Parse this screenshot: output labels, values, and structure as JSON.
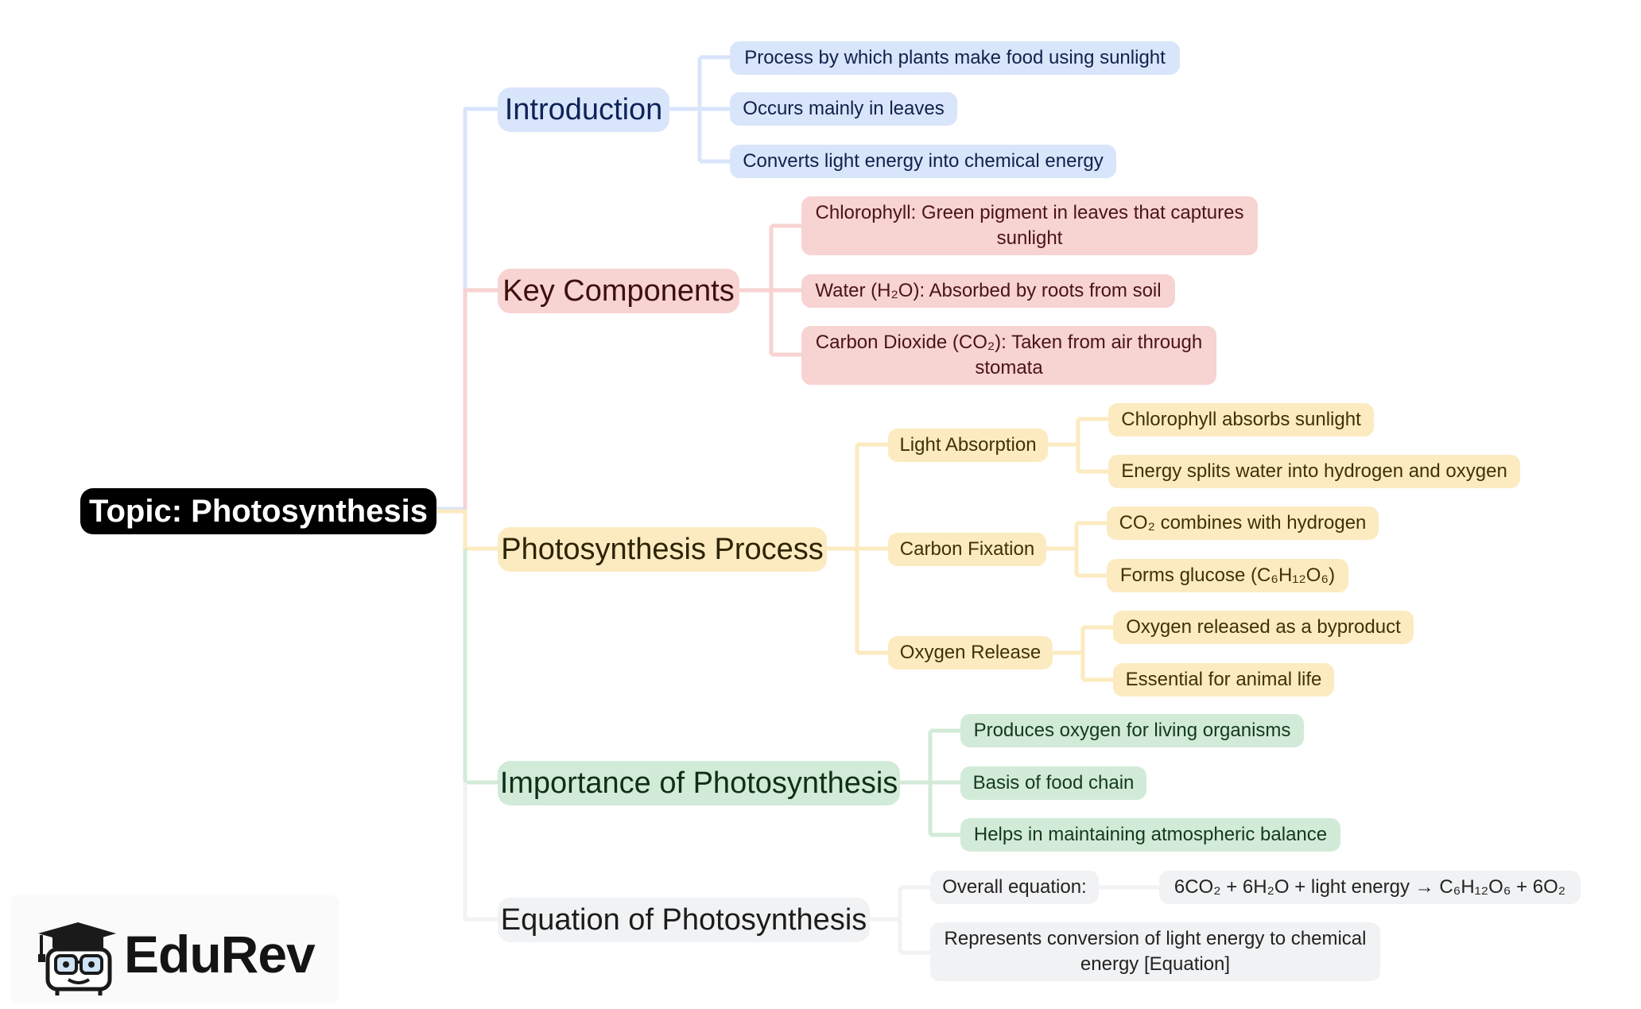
{
  "root": {
    "label": "Topic: Photosynthesis"
  },
  "colors": {
    "introduction": "#d8e5fb",
    "key_components": "#f7d3d1",
    "process": "#fcebc0",
    "importance": "#d1ebd8",
    "equation": "#f1f2f3",
    "root": "#000000"
  },
  "introduction": {
    "label": "Introduction",
    "items": [
      "Process by which plants make food using sunlight",
      "Occurs mainly in leaves",
      "Converts light energy into chemical energy"
    ]
  },
  "key_components": {
    "label": "Key Components",
    "items": [
      "Chlorophyll: Green pigment in leaves that captures sunlight",
      "Water (H₂O): Absorbed by roots from soil",
      "Carbon Dioxide (CO₂): Taken from air through stomata"
    ]
  },
  "process": {
    "label": "Photosynthesis Process",
    "steps": [
      {
        "label": "Light Absorption",
        "items": [
          "Chlorophyll absorbs sunlight",
          "Energy splits water into hydrogen and oxygen"
        ]
      },
      {
        "label": "Carbon Fixation",
        "items": [
          "CO₂ combines with hydrogen",
          "Forms glucose (C₆H₁₂O₆)"
        ]
      },
      {
        "label": "Oxygen Release",
        "items": [
          "Oxygen released as a byproduct",
          "Essential for animal life"
        ]
      }
    ]
  },
  "importance": {
    "label": "Importance of Photosynthesis",
    "items": [
      "Produces oxygen for living organisms",
      "Basis of food chain",
      "Helps in maintaining atmospheric balance"
    ]
  },
  "equation": {
    "label": "Equation of Photosynthesis",
    "overall_label": "Overall equation:",
    "formula": "6CO₂ + 6H₂O + light energy → C₆H₁₂O₆ + 6O₂",
    "note": "Represents conversion of light energy to chemical energy [Equation]"
  },
  "logo": {
    "name": "graduation-cap-mascot-icon",
    "text": "EduRev"
  }
}
